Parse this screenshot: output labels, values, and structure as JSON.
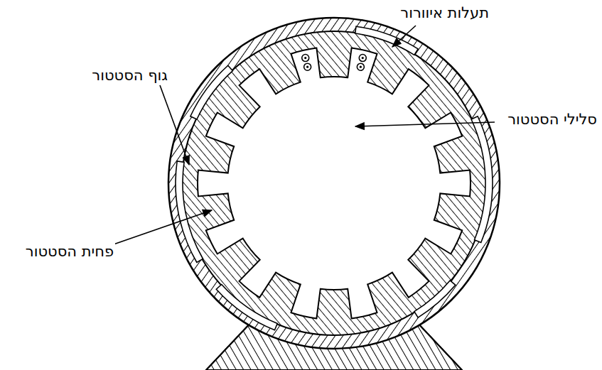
{
  "diagram": {
    "labels": [
      "תעלות איוורור",
      "גוף הסטטור",
      "סלילי הסטטור",
      "פחית הסטטור"
    ]
  }
}
